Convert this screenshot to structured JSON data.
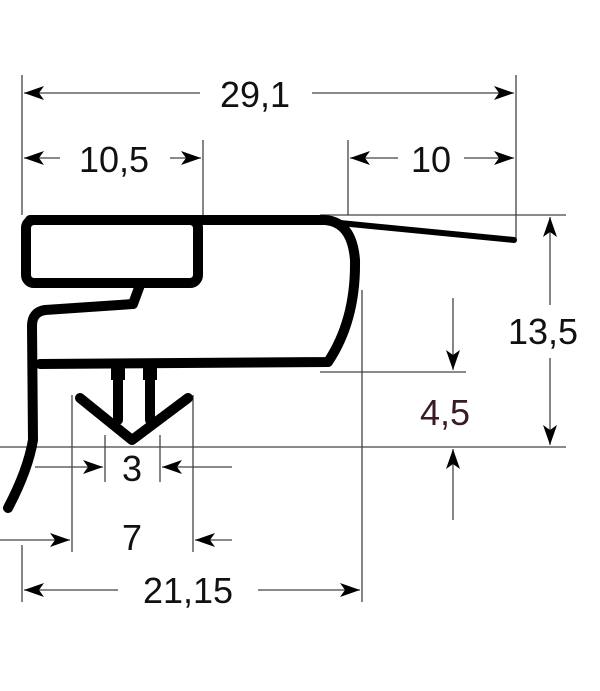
{
  "dimensions": {
    "overall_width": "29,1",
    "top_left_width": "10,5",
    "flap_width": "10",
    "height": "13,5",
    "clip_depth": "4,5",
    "clip_neck": "3",
    "clip_width": "7",
    "base_width": "21,15"
  },
  "colors": {
    "profile": "#000000",
    "dimension_lines": "#444444",
    "clip_depth_label": "#3a1a24"
  }
}
